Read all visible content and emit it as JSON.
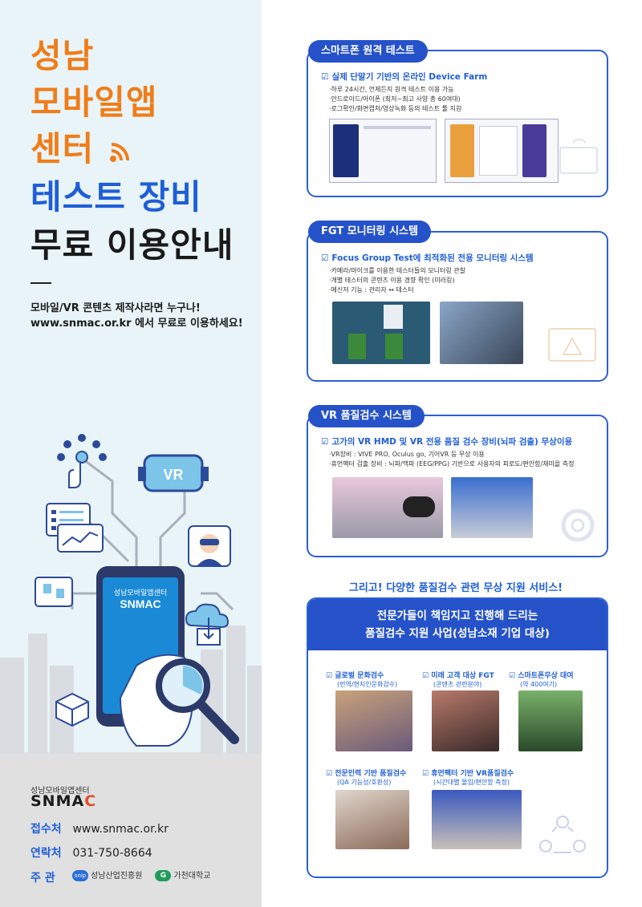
{
  "left": {
    "title": [
      "성남",
      "모바일앱",
      "센터",
      "테스트 장비",
      "무료 이용안내"
    ],
    "intro": [
      "모바일/VR 콘텐츠 제작사라면 누구나!",
      "www.snmac.or.kr 에서 무료로 이용하세요!"
    ],
    "illustration": {
      "vr_label": "VR",
      "phone_small": "성남모바일앱센터",
      "phone_big": "SNMAC"
    },
    "brand_small": "성남모바일앱센터",
    "brand": "SNMAC",
    "contacts": [
      {
        "label": "접수처",
        "value": "www.snmac.or.kr"
      },
      {
        "label": "연락처",
        "value": "031-750-8664"
      }
    ],
    "sponsor_label": "주  관",
    "sponsors": [
      {
        "mark": "snip",
        "name": "성남산업진흥원"
      },
      {
        "mark": "G",
        "name": "가천대학교"
      }
    ]
  },
  "cards": [
    {
      "pill": "스마트폰 원격 테스트",
      "heading": "실제 단말기 기반의 온라인 Device Farm",
      "bullets": [
        "·하루 24시간, 언제든지 원격 테스트 이용 가능",
        "·안드로이드/아이폰 (최저~최고 사양 총 60여대)",
        "·로그확인/화면캡처/영상녹화 등의 테스트 툴 지원"
      ]
    },
    {
      "pill": "FGT 모니터링 시스템",
      "heading": "Focus Group Test에 최적화된 전용 모니터링 시스템",
      "bullets": [
        "·카메라/마이크를 이용한 테스터들의 모니터링 관찰",
        "·개별 테스터의 콘텐츠 이용 경향 확인 (미러링)",
        "·메신저 기능 : 관리자 ↔ 테스터"
      ]
    },
    {
      "pill": "VR 품질검수 시스템",
      "heading": "고가의 VR HMD 및 VR 전용 품질 검수 장비(뇌파 검출) 무상이용",
      "bullets": [
        "·VR장비 : VIVE PRO, Oculus go, 기어VR 등 무상 이용",
        "·휴먼팩터 검출 장비 : 뇌파/맥파 (EEG/PPG) 기반으로 사용자의 피로도/편안함/재미을 측정"
      ]
    }
  ],
  "services": {
    "subtitle": "그리고! 다양한 품질검수 관련 무상 지원 서비스!",
    "head": [
      "전문가들이 책임지고 진행해 드리는",
      "품질검수 지원 사업(성남소재 기업 대상)"
    ],
    "items": [
      {
        "title": "글로벌 문화검수",
        "sub": "(번역/현지인문화검수)"
      },
      {
        "title": "미래 고객 대상 FGT",
        "sub": "(콘텐츠 관련분야)"
      },
      {
        "title": "스마트폰무상 대여",
        "sub": "(약 400여기)"
      },
      {
        "title": "전문인력 기반 품질검수",
        "sub": "(QA 기능성/호환성)"
      },
      {
        "title": "휴먼팩터 기반 VR품질검수",
        "sub": "(시간대별 몰입/편안함 측정)"
      }
    ]
  },
  "colors": {
    "orange": "#f07d18",
    "blue": "#1f5ed8",
    "navy": "#2552c8"
  }
}
